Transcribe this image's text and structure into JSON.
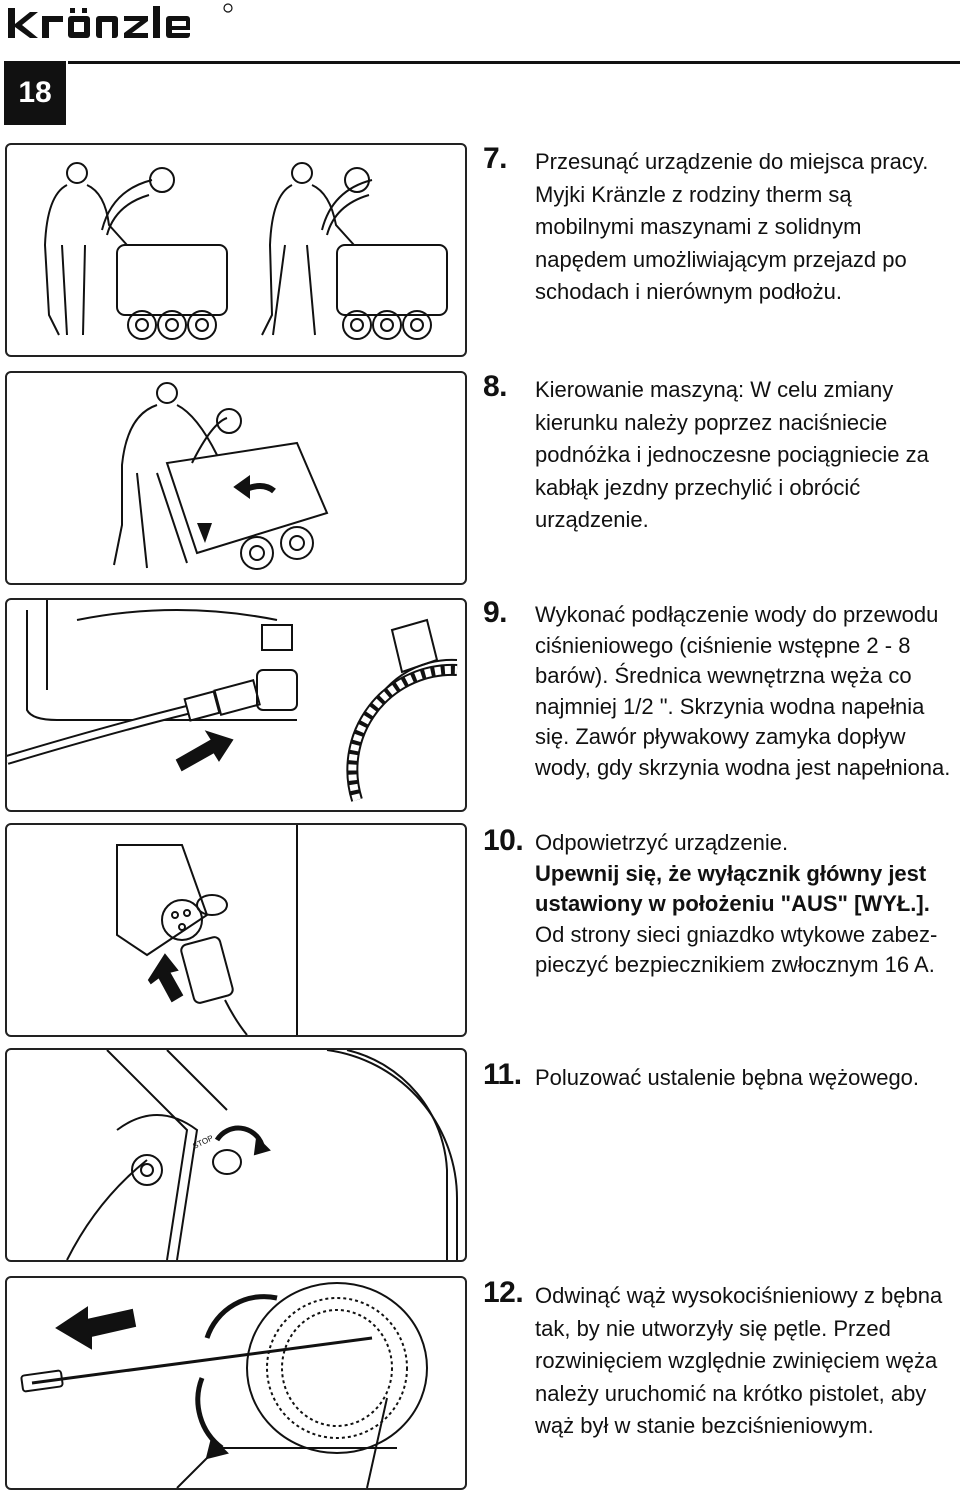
{
  "header": {
    "brand": "kränzle",
    "page_number": "18"
  },
  "steps": [
    {
      "number": "7.",
      "paragraphs": [
        "Przesunąć urządzenie do miejsca pracy.",
        "Myjki Kränzle z rodziny therm są mobilnymi maszynami z solidnym napędem umożliwiającym przejazd po schodach i nierównym podłożu."
      ]
    },
    {
      "number": "8.",
      "paragraphs": [
        "Kierowanie maszyną: W celu zmiany kierunku należy poprzez naciśniecie podnóżka i jednoczesne pociągniecie za kabłąk jezdny przechylić i obrócić urządzenie."
      ]
    },
    {
      "number": "9.",
      "paragraphs": [
        "Wykonać podłączenie wody do przewodu ciśnieniowego (ciśnienie wstępne 2 - 8 barów). Średnica wewnętrzna węża co najmniej 1/2 \". Skrzynia wodna napełnia się. Zawór pływakowy zamyka dopływ wody, gdy skrzynia wodna jest napełniona."
      ]
    },
    {
      "number": "10.",
      "paragraphs": [
        "Odpowietrzyć urządzenie."
      ],
      "bold": "Upewnij się, że wyłącznik główny jest ustawiony w położeniu \"AUS\" [WYŁ.].",
      "after": "Od strony sieci gniazdko wtykowe zabez-pieczyć bezpiecznikiem zwłocznym 16 A."
    },
    {
      "number": "11.",
      "paragraphs": [
        "Poluzować ustalenie bębna wężowego."
      ]
    },
    {
      "number": "12.",
      "paragraphs": [
        "Odwinąć wąż wysokociśnieniowy z bębna tak, by nie utworzyły się pętle. Przed rozwinięciem względnie zwinięciem węża należy uruchomić na krótko pistolet, aby wąż był w stanie bezciśnieniowym."
      ]
    }
  ],
  "illustrations": {
    "stop_label": "STOP"
  }
}
